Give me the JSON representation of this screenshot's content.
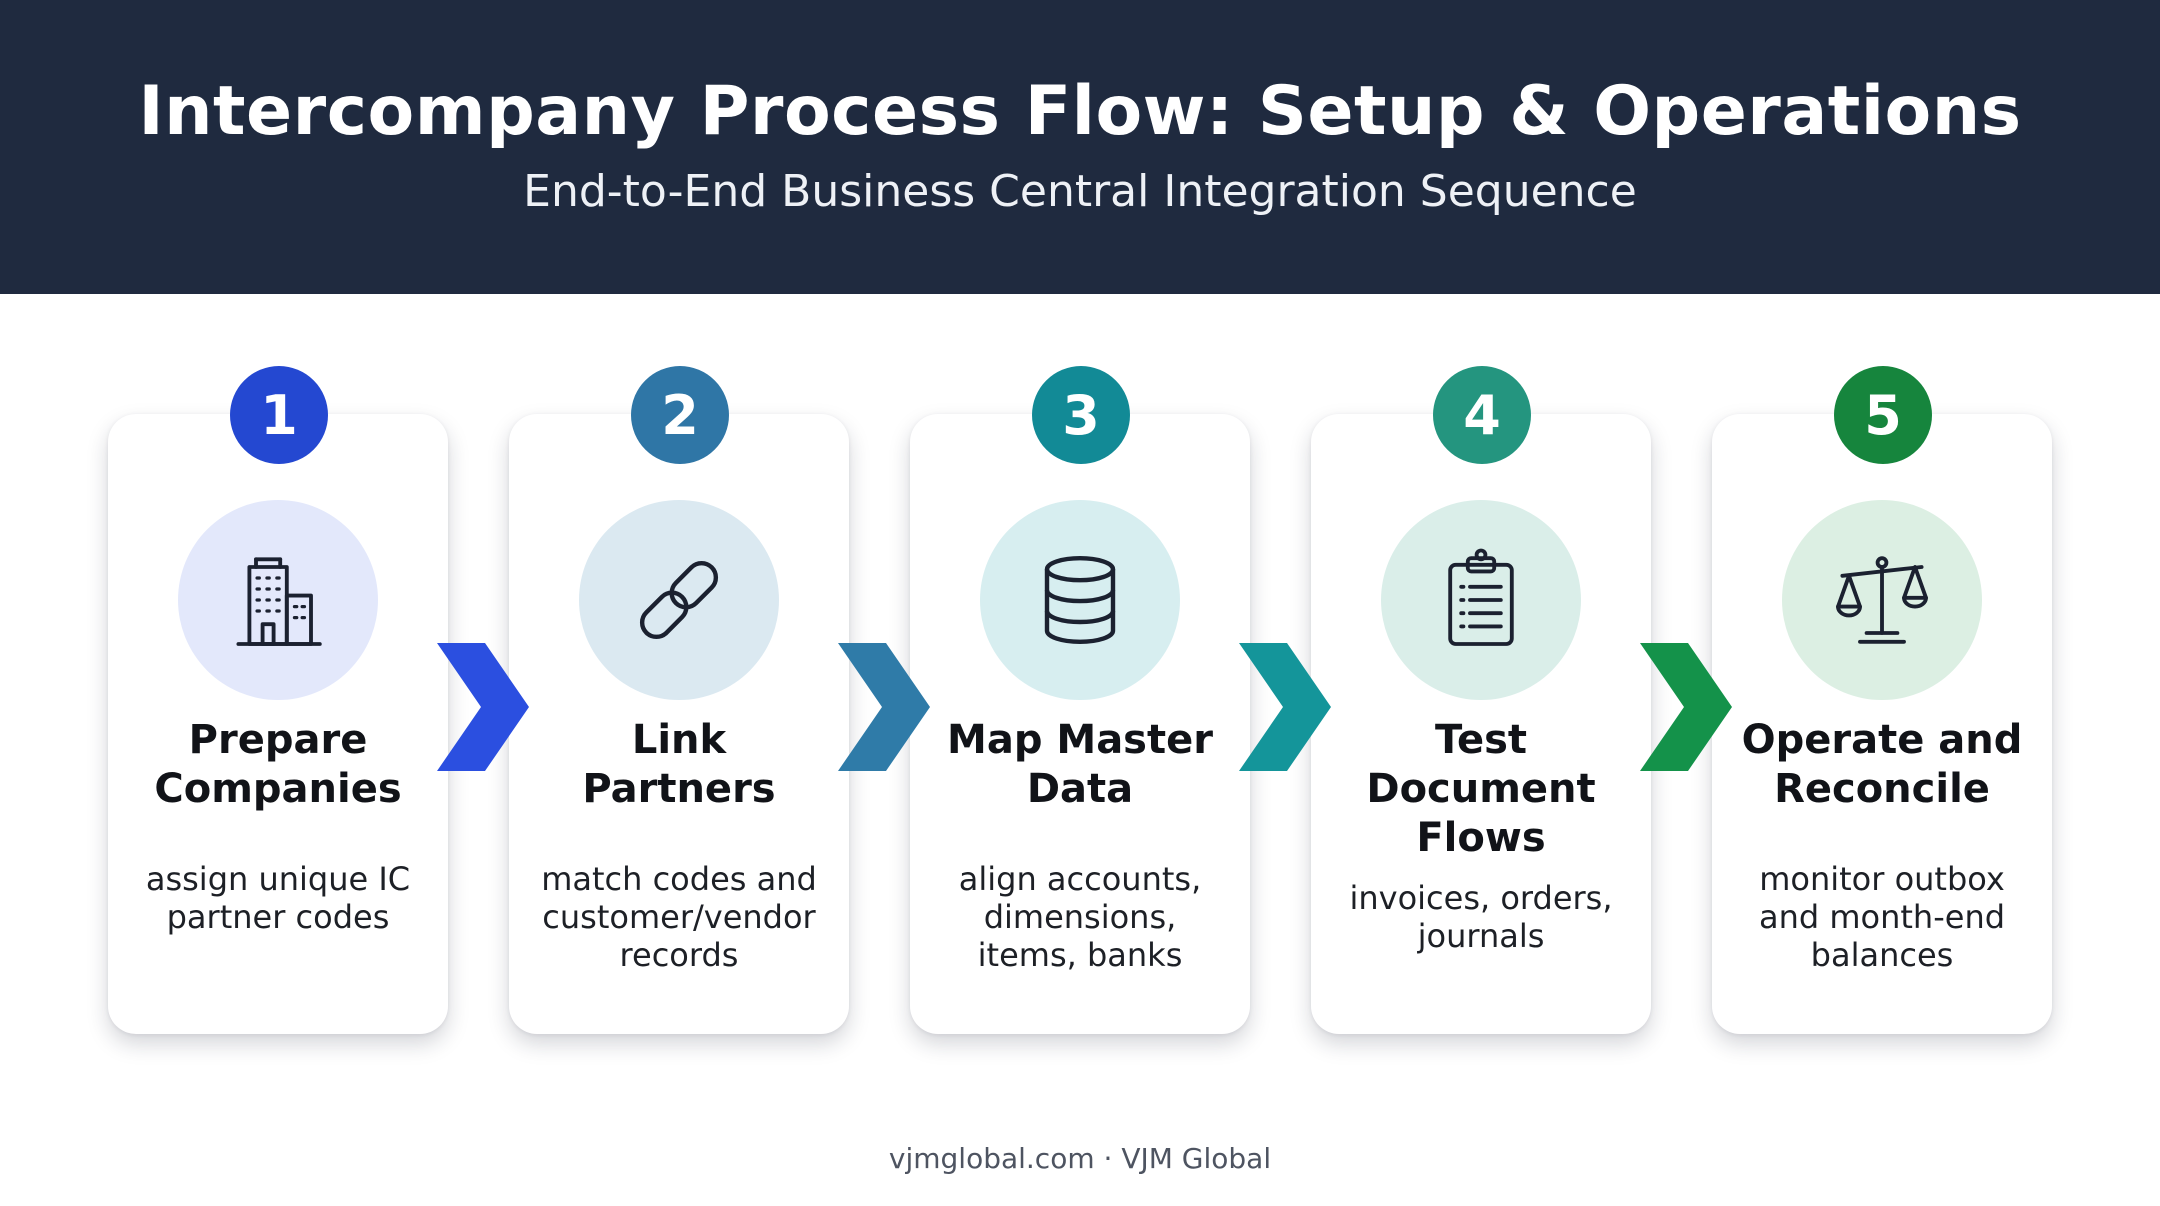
{
  "header": {
    "title": "Intercompany Process Flow: Setup & Operations",
    "subtitle": "End-to-End Business Central Integration Sequence"
  },
  "steps": [
    {
      "number": "1",
      "title": "Prepare Companies",
      "description": "assign unique IC partner codes",
      "icon": "building-icon",
      "accent": "#2448d1",
      "icon_bg": "#e3e8fb"
    },
    {
      "number": "2",
      "title": "Link Partners",
      "description": "match codes and customer/vendor records",
      "icon": "link-icon",
      "accent": "#2f76a6",
      "icon_bg": "#dbe9f1"
    },
    {
      "number": "3",
      "title": "Map Master Data",
      "description": "align accounts, dimensions, items, banks",
      "icon": "database-icon",
      "accent": "#128a96",
      "icon_bg": "#d7eef0"
    },
    {
      "number": "4",
      "title": "Test Document Flows",
      "description": "invoices, orders, journals",
      "icon": "clipboard-icon",
      "accent": "#24957f",
      "icon_bg": "#daeee9"
    },
    {
      "number": "5",
      "title": "Operate and Reconcile",
      "description": "monitor outbox and month-end balances",
      "icon": "scales-icon",
      "accent": "#16853d",
      "icon_bg": "#dcefe3"
    }
  ],
  "footer": {
    "text": "vjmglobal.com · VJM Global"
  },
  "colors": {
    "header_bg": "#1f2a3f",
    "arrows": [
      "#2b4fe0",
      "#2f7ba8",
      "#14959a",
      "#14924a"
    ]
  }
}
